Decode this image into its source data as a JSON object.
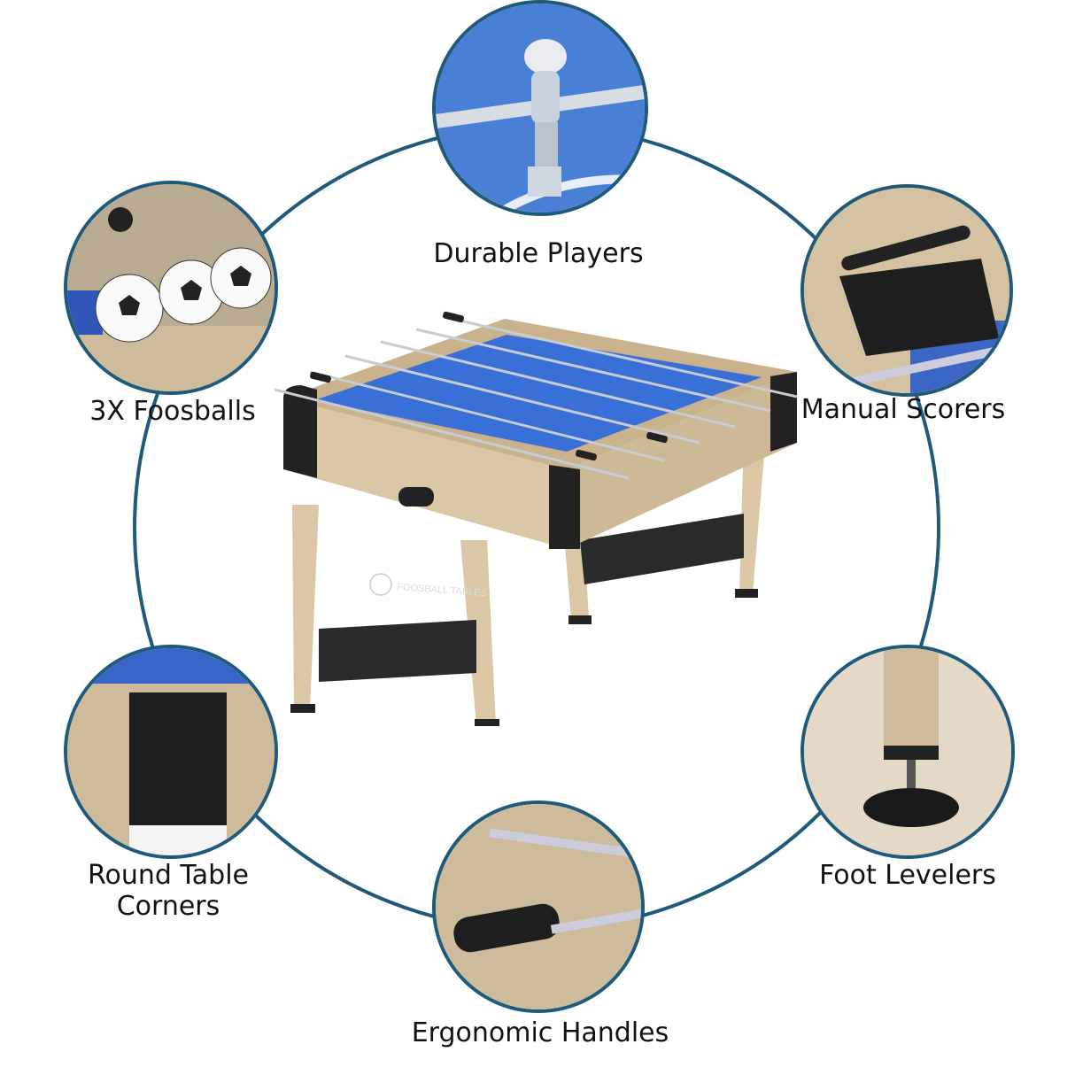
{
  "features": [
    {
      "id": "durable-players",
      "label": "Durable Players"
    },
    {
      "id": "foosballs",
      "label": "3X Foosballs"
    },
    {
      "id": "manual-scorers",
      "label": "Manual Scorers"
    },
    {
      "id": "round-corners",
      "label_lines": [
        "Round Table",
        "Corners"
      ]
    },
    {
      "id": "foot-levelers",
      "label": "Foot Levelers"
    },
    {
      "id": "ergonomic-handles",
      "label": "Ergonomic Handles"
    }
  ],
  "product": {
    "panel_text": "FOOSBALL TABLES"
  },
  "colors": {
    "ring": "#1f5a7a",
    "field_blue": "#3a6fd8",
    "wood": "#d9c7a6",
    "black": "#222222"
  }
}
